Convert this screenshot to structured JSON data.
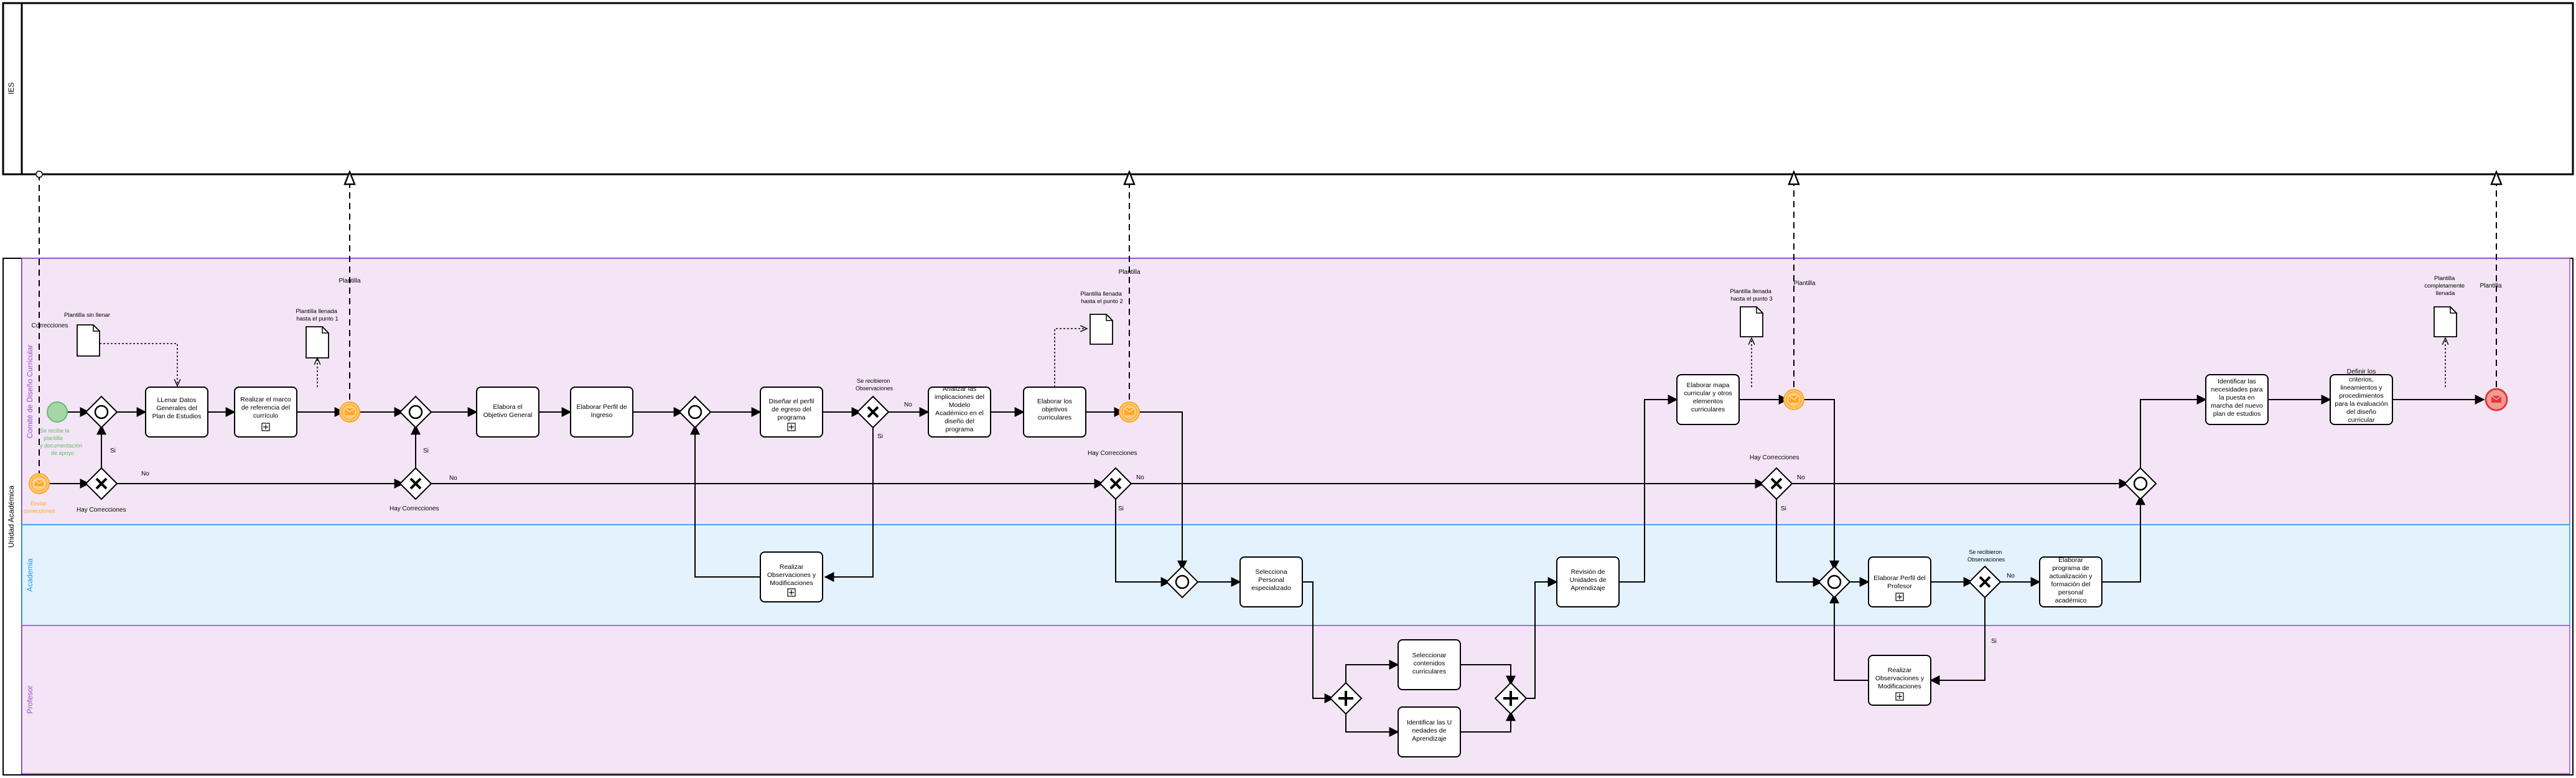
{
  "pools": {
    "ies": {
      "label": "IES"
    },
    "unidad": {
      "label": "Unidad Académica"
    }
  },
  "lanes": {
    "comite": {
      "label": "Comité de Diseño Curricular",
      "color": "#9c4dcc"
    },
    "academia": {
      "label": "Academia",
      "color": "#2196f3"
    },
    "profesor": {
      "label": "Profesor",
      "color": "#9c4dcc"
    }
  },
  "events": {
    "start": {
      "label": "Se recibe la plantilla y documentación de apoyo",
      "color": "#66bb6a"
    },
    "send_corrections": {
      "label": "Enviar correcciones",
      "color": "#ffa726"
    },
    "end": {
      "label": "",
      "color": "#e53935"
    }
  },
  "tasks": {
    "t1": {
      "label": "LLenar Datos Generales del Plan de Estudios"
    },
    "t2": {
      "label": "Realizar el marco de referencia del currículo"
    },
    "t3": {
      "label": "Elabora el Objetivo General"
    },
    "t4": {
      "label": "Elaborar Perfil de Ingreso"
    },
    "t5": {
      "label": "Diseñar el perfil de egreso del programa"
    },
    "t6": {
      "label": "Analizar las implicaciones del Modelo Académico en el diseño del programa"
    },
    "t7": {
      "label": "Elaborar los objetivos curriculares"
    },
    "t8": {
      "label": "Elaborar mapa curricular y otros elementos curriculares"
    },
    "t9": {
      "label": "Identificar las necesidades para la puesta en marcha del nuevo plan de estudios"
    },
    "t10": {
      "label": "Definir los criterios, lineamientos y procedimientos para la evaluación del diseño curricular"
    },
    "t11": {
      "label": "Realizar Observaciones y Modificaciones"
    },
    "t12": {
      "label": "Selecciona Personal especializado"
    },
    "t13": {
      "label": "Revisión de Unidades de Aprendizaje"
    },
    "t14": {
      "label": "Elaborar Perfil del Profesor"
    },
    "t15": {
      "label": "Elaborar programa de actualización y formación del personal académico"
    },
    "t16": {
      "label": "Seleccionar contenidos curriculares"
    },
    "t17": {
      "label": "Identificar las U nedades de Aprendizaje"
    },
    "t18": {
      "label": "Realizar Observaciones y Modificaciones"
    }
  },
  "documents": {
    "d1": {
      "label": "Plantilla sin llenar"
    },
    "d2": {
      "label": "Plantilla llenada hasta el punto 1"
    },
    "d3": {
      "label": "Plantilla llenada hasta el punto 2"
    },
    "d4": {
      "label": "Plantilla llenada hasta el punto 3"
    },
    "d5": {
      "label": "Plantilla completamente llenada"
    }
  },
  "flow_labels": {
    "correcciones": "Correcciones",
    "plantilla": "Plantilla",
    "hay_correcciones": "Hay Correcciones",
    "se_recibieron": "Se recibieron Observaciones",
    "si": "Si",
    "no": "No"
  }
}
